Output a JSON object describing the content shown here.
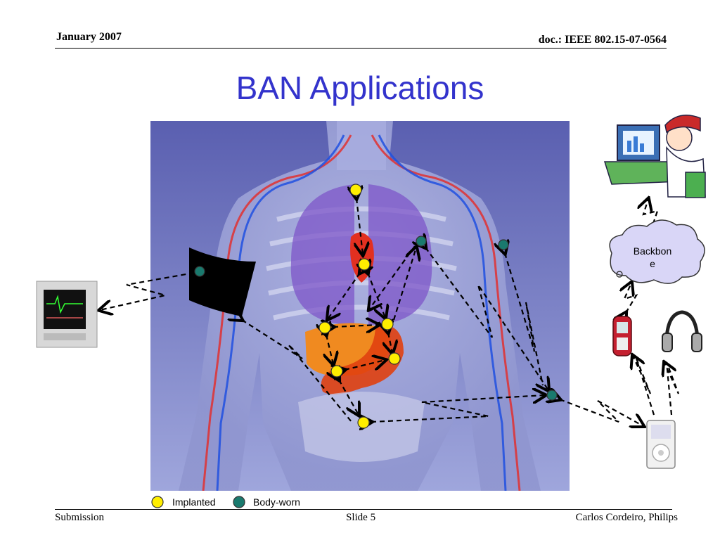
{
  "header": {
    "date": "January 2007",
    "doc_id": "doc.: IEEE 802.15-07-0564"
  },
  "slide_title": "BAN Applications",
  "diagram": {
    "backbone_label_line1": "Backbon",
    "backbone_label_line2": "e",
    "colors": {
      "implanted_node": "#ffee00",
      "body_worn_node": "#1a7a6e",
      "title": "#3333cc",
      "background_panel": "#6a70b8"
    }
  },
  "legend": {
    "implanted": "Implanted",
    "body_worn": "Body-worn"
  },
  "footer": {
    "left": "Submission",
    "center": "Slide 5",
    "right": "Carlos Cordeiro, Philips"
  }
}
